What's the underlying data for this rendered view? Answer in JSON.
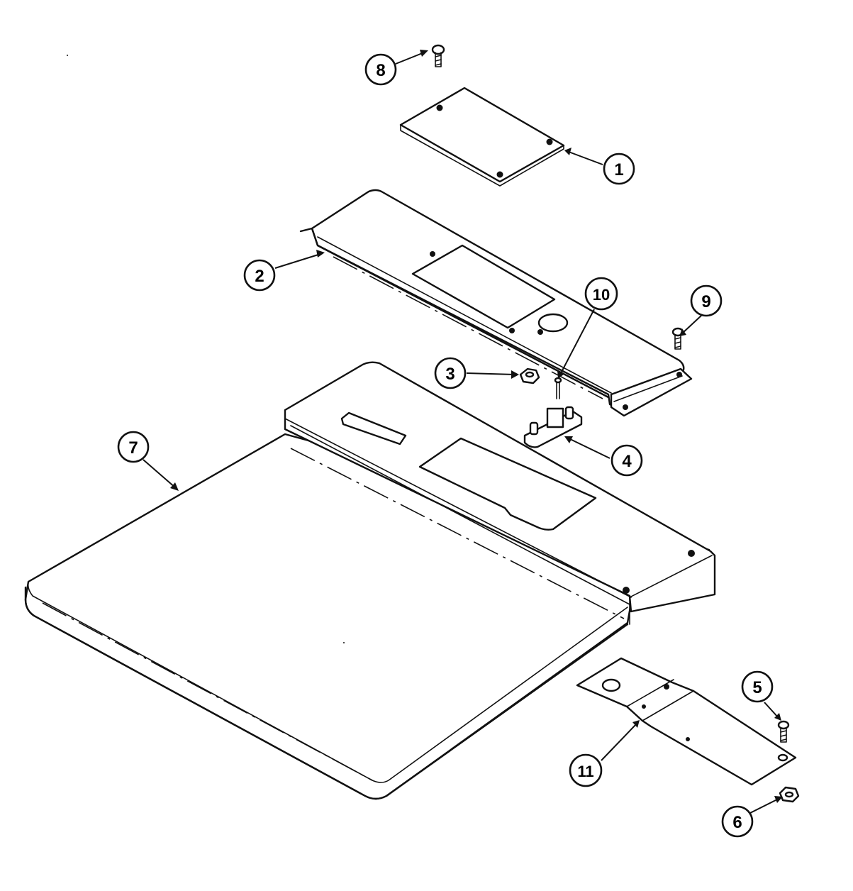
{
  "callouts": [
    {
      "id": "c1",
      "label": "1"
    },
    {
      "id": "c2",
      "label": "2"
    },
    {
      "id": "c3",
      "label": "3"
    },
    {
      "id": "c4",
      "label": "4"
    },
    {
      "id": "c5",
      "label": "5"
    },
    {
      "id": "c6",
      "label": "6"
    },
    {
      "id": "c7",
      "label": "7"
    },
    {
      "id": "c8",
      "label": "8"
    },
    {
      "id": "c9",
      "label": "9"
    },
    {
      "id": "c10",
      "label": "10"
    },
    {
      "id": "c11",
      "label": "11"
    }
  ]
}
